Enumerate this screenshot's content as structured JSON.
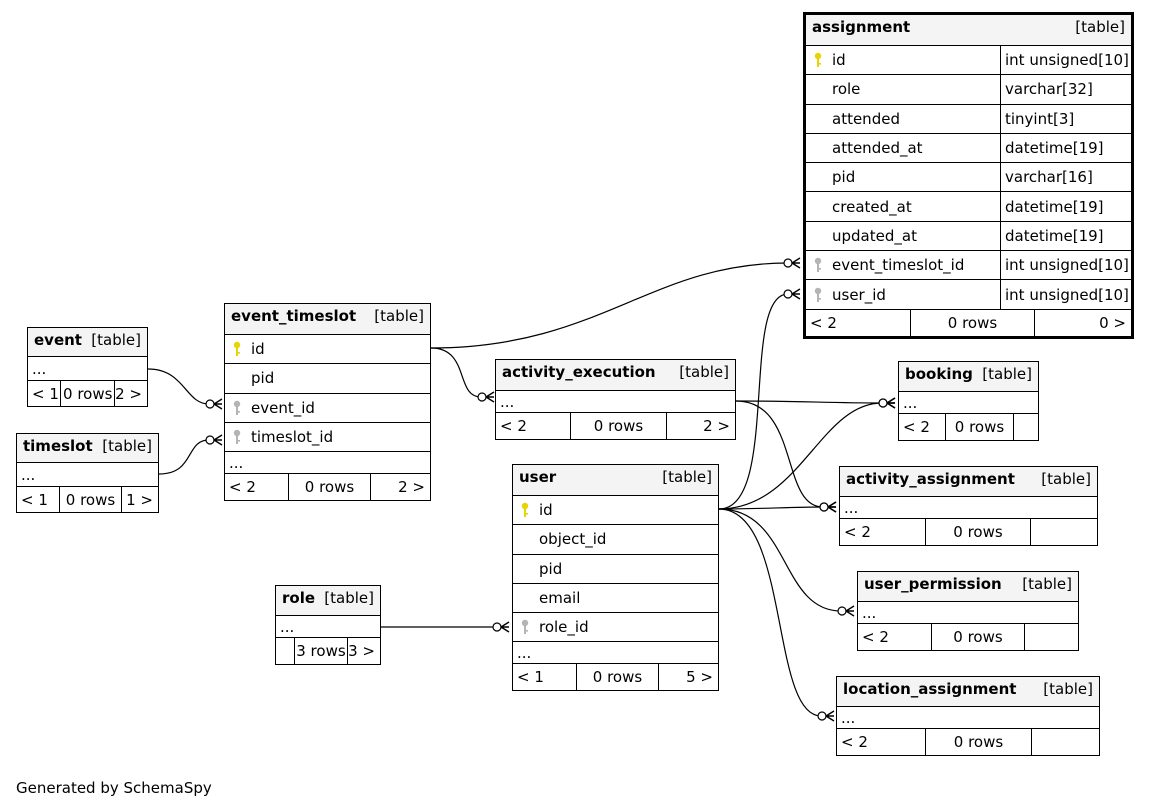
{
  "diagram": {
    "footer_caption": "Generated by SchemaSpy",
    "ellipsis": "...",
    "table_kind": "[table]",
    "key_colors": {
      "primary": "#e8d400",
      "foreign": "#b4b4b4"
    },
    "tables": {
      "assignment": {
        "name": "assignment",
        "kind": "[table]",
        "columns": [
          {
            "name": "id",
            "type": "int unsigned[10]",
            "key": "primary"
          },
          {
            "name": "role",
            "type": "varchar[32]",
            "key": ""
          },
          {
            "name": "attended",
            "type": "tinyint[3]",
            "key": ""
          },
          {
            "name": "attended_at",
            "type": "datetime[19]",
            "key": ""
          },
          {
            "name": "pid",
            "type": "varchar[16]",
            "key": ""
          },
          {
            "name": "created_at",
            "type": "datetime[19]",
            "key": ""
          },
          {
            "name": "updated_at",
            "type": "datetime[19]",
            "key": ""
          },
          {
            "name": "event_timeslot_id",
            "type": "int unsigned[10]",
            "key": "foreign"
          },
          {
            "name": "user_id",
            "type": "int unsigned[10]",
            "key": "foreign"
          }
        ],
        "footer": {
          "left": "< 2",
          "center": "0 rows",
          "right": "0 >"
        }
      },
      "event_timeslot": {
        "name": "event_timeslot",
        "kind": "[table]",
        "columns": [
          {
            "name": "id",
            "key": "primary"
          },
          {
            "name": "pid",
            "key": ""
          },
          {
            "name": "event_id",
            "key": "foreign"
          },
          {
            "name": "timeslot_id",
            "key": "foreign"
          }
        ],
        "footer": {
          "left": "< 2",
          "center": "0 rows",
          "right": "2 >"
        }
      },
      "event": {
        "name": "event",
        "kind": "[table]",
        "footer": {
          "left": "< 1",
          "center": "0 rows",
          "right": "2 >"
        }
      },
      "timeslot": {
        "name": "timeslot",
        "kind": "[table]",
        "footer": {
          "left": "< 1",
          "center": "0 rows",
          "right": "1 >"
        }
      },
      "activity_execution": {
        "name": "activity_execution",
        "kind": "[table]",
        "footer": {
          "left": "< 2",
          "center": "0 rows",
          "right": "2 >"
        }
      },
      "booking": {
        "name": "booking",
        "kind": "[table]",
        "footer": {
          "left": "< 2",
          "center": "0 rows",
          "right": ""
        }
      },
      "user": {
        "name": "user",
        "kind": "[table]",
        "columns": [
          {
            "name": "id",
            "key": "primary"
          },
          {
            "name": "object_id",
            "key": ""
          },
          {
            "name": "pid",
            "key": ""
          },
          {
            "name": "email",
            "key": ""
          },
          {
            "name": "role_id",
            "key": "foreign"
          }
        ],
        "footer": {
          "left": "< 1",
          "center": "0 rows",
          "right": "5 >"
        }
      },
      "activity_assignment": {
        "name": "activity_assignment",
        "kind": "[table]",
        "footer": {
          "left": "< 2",
          "center": "0 rows",
          "right": ""
        }
      },
      "user_permission": {
        "name": "user_permission",
        "kind": "[table]",
        "footer": {
          "left": "< 2",
          "center": "0 rows",
          "right": ""
        }
      },
      "role": {
        "name": "role",
        "kind": "[table]",
        "footer": {
          "left": "",
          "center": "3 rows",
          "right": "3 >"
        }
      },
      "location_assignment": {
        "name": "location_assignment",
        "kind": "[table]",
        "footer": {
          "left": "< 2",
          "center": "0 rows",
          "right": ""
        }
      }
    },
    "relationships": [
      {
        "from": "event_timeslot.id",
        "to": "assignment.event_timeslot_id"
      },
      {
        "from": "event_timeslot.id",
        "to": "activity_execution"
      },
      {
        "from": "event.id",
        "to": "event_timeslot.event_id"
      },
      {
        "from": "timeslot.id",
        "to": "event_timeslot.timeslot_id"
      },
      {
        "from": "activity_execution",
        "to": "booking"
      },
      {
        "from": "activity_execution",
        "to": "activity_assignment"
      },
      {
        "from": "user.id",
        "to": "assignment.user_id"
      },
      {
        "from": "user.id",
        "to": "booking"
      },
      {
        "from": "user.id",
        "to": "activity_assignment"
      },
      {
        "from": "user.id",
        "to": "user_permission"
      },
      {
        "from": "user.id",
        "to": "location_assignment"
      },
      {
        "from": "role.id",
        "to": "user.role_id"
      }
    ]
  }
}
